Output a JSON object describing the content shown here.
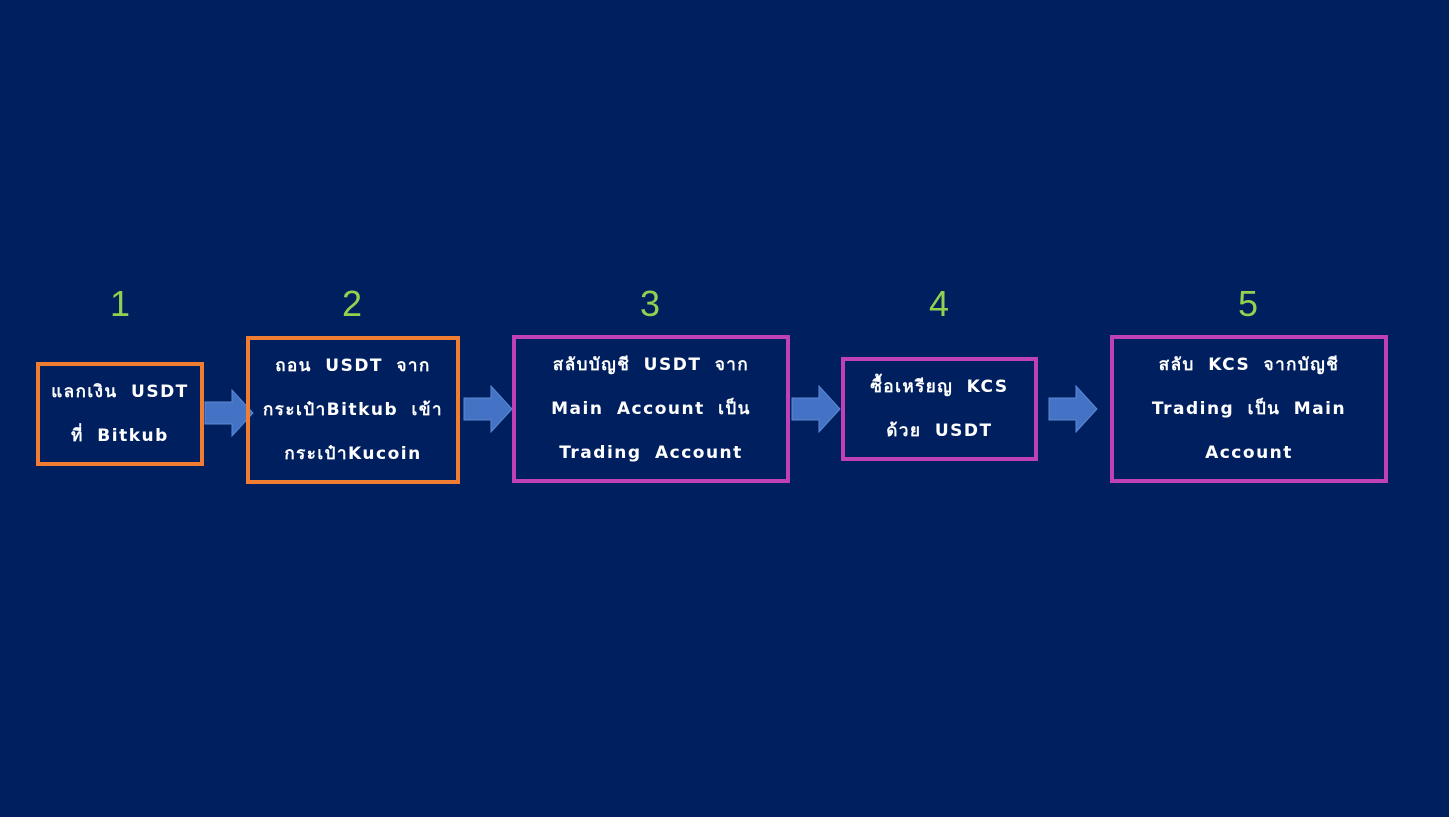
{
  "colors": {
    "background": "#001f5f",
    "number": "#92d050",
    "orange_border": "#f07d32",
    "magenta_border": "#c040b8",
    "arrow": "#4472c4",
    "text": "#ffffff"
  },
  "steps": [
    {
      "number": "1",
      "lines": [
        "แลกเงิน USDT",
        "ที่ Bitkub"
      ]
    },
    {
      "number": "2",
      "lines": [
        "ถอน USDT จาก",
        "กระเป๋าBitkub เข้า",
        "กระเป๋าKucoin"
      ]
    },
    {
      "number": "3",
      "lines": [
        "สลับบัญชี USDT จาก",
        "Main Account เป็น",
        "Trading Account"
      ]
    },
    {
      "number": "4",
      "lines": [
        "ซื้อเหรียญ KCS",
        "ด้วย USDT"
      ]
    },
    {
      "number": "5",
      "lines": [
        "สลับ KCS จากบัญชี",
        "Trading เป็น Main",
        "Account"
      ]
    }
  ],
  "arrow_icon": "right-arrow-icon"
}
